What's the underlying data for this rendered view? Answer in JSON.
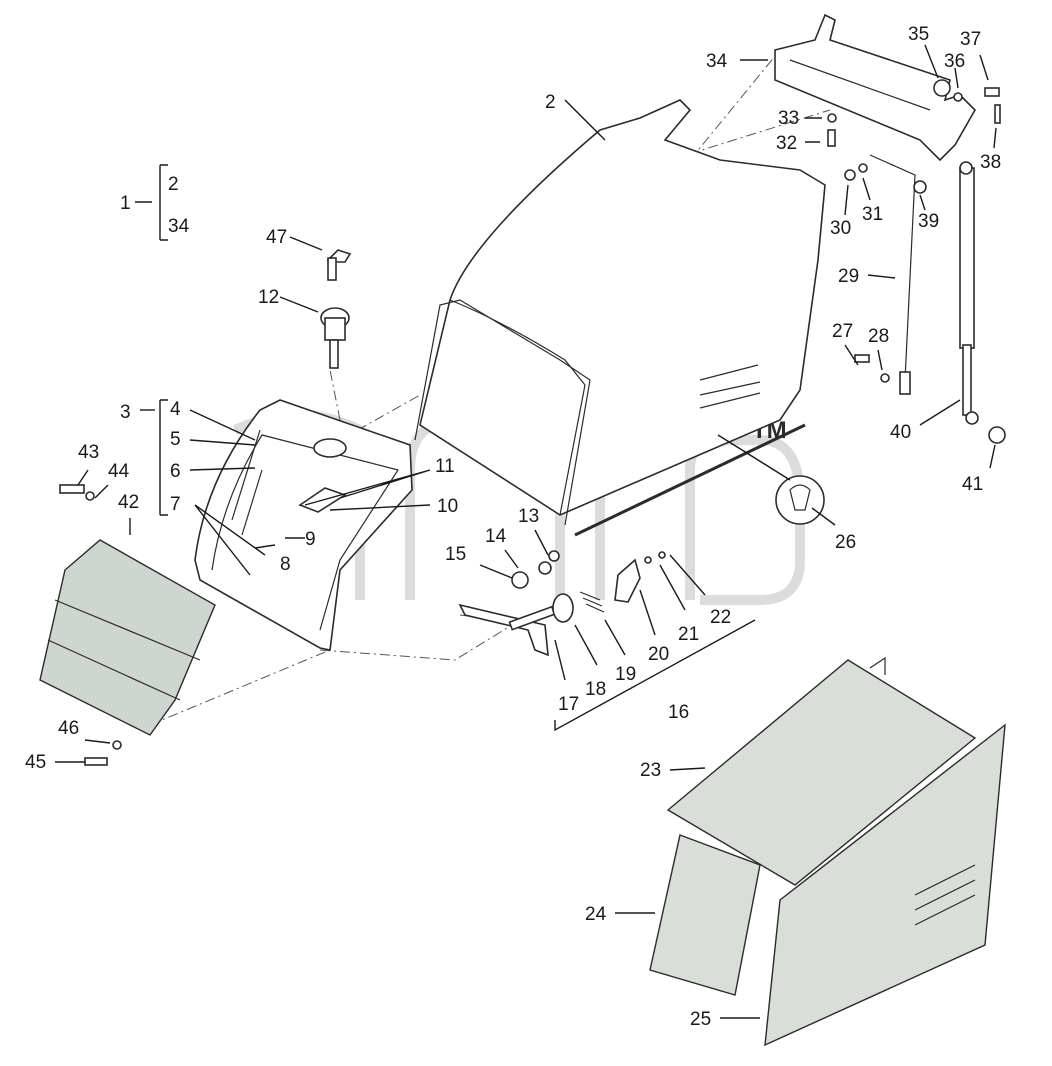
{
  "callouts": [
    {
      "id": "c1",
      "text": "1"
    },
    {
      "id": "c2a",
      "text": "2"
    },
    {
      "id": "c34a",
      "text": "34"
    },
    {
      "id": "c2",
      "text": "2"
    },
    {
      "id": "c3",
      "text": "3"
    },
    {
      "id": "c4",
      "text": "4"
    },
    {
      "id": "c5",
      "text": "5"
    },
    {
      "id": "c6",
      "text": "6"
    },
    {
      "id": "c7",
      "text": "7"
    },
    {
      "id": "c8",
      "text": "8"
    },
    {
      "id": "c9",
      "text": "9"
    },
    {
      "id": "c10",
      "text": "10"
    },
    {
      "id": "c11",
      "text": "11"
    },
    {
      "id": "c12",
      "text": "12"
    },
    {
      "id": "c13",
      "text": "13"
    },
    {
      "id": "c14",
      "text": "14"
    },
    {
      "id": "c15",
      "text": "15"
    },
    {
      "id": "c16",
      "text": "16"
    },
    {
      "id": "c17",
      "text": "17"
    },
    {
      "id": "c18",
      "text": "18"
    },
    {
      "id": "c19",
      "text": "19"
    },
    {
      "id": "c20",
      "text": "20"
    },
    {
      "id": "c21",
      "text": "21"
    },
    {
      "id": "c22",
      "text": "22"
    },
    {
      "id": "c23",
      "text": "23"
    },
    {
      "id": "c24",
      "text": "24"
    },
    {
      "id": "c25",
      "text": "25"
    },
    {
      "id": "c26",
      "text": "26"
    },
    {
      "id": "c27",
      "text": "27"
    },
    {
      "id": "c28",
      "text": "28"
    },
    {
      "id": "c29",
      "text": "29"
    },
    {
      "id": "c30",
      "text": "30"
    },
    {
      "id": "c31",
      "text": "31"
    },
    {
      "id": "c32",
      "text": "32"
    },
    {
      "id": "c33",
      "text": "33"
    },
    {
      "id": "c34",
      "text": "34"
    },
    {
      "id": "c35",
      "text": "35"
    },
    {
      "id": "c36",
      "text": "36"
    },
    {
      "id": "c37",
      "text": "37"
    },
    {
      "id": "c38",
      "text": "38"
    },
    {
      "id": "c39",
      "text": "39"
    },
    {
      "id": "c40",
      "text": "40"
    },
    {
      "id": "c41",
      "text": "41"
    },
    {
      "id": "c42",
      "text": "42"
    },
    {
      "id": "c43",
      "text": "43"
    },
    {
      "id": "c44",
      "text": "44"
    },
    {
      "id": "c45",
      "text": "45"
    },
    {
      "id": "c46",
      "text": "46"
    },
    {
      "id": "c47",
      "text": "47"
    }
  ],
  "watermark": {
    "trademark": "TM"
  },
  "colors": {
    "line": "#2b2b2b",
    "watermark": "#bfbfbf",
    "panel_fill": "#d9dfd8"
  }
}
